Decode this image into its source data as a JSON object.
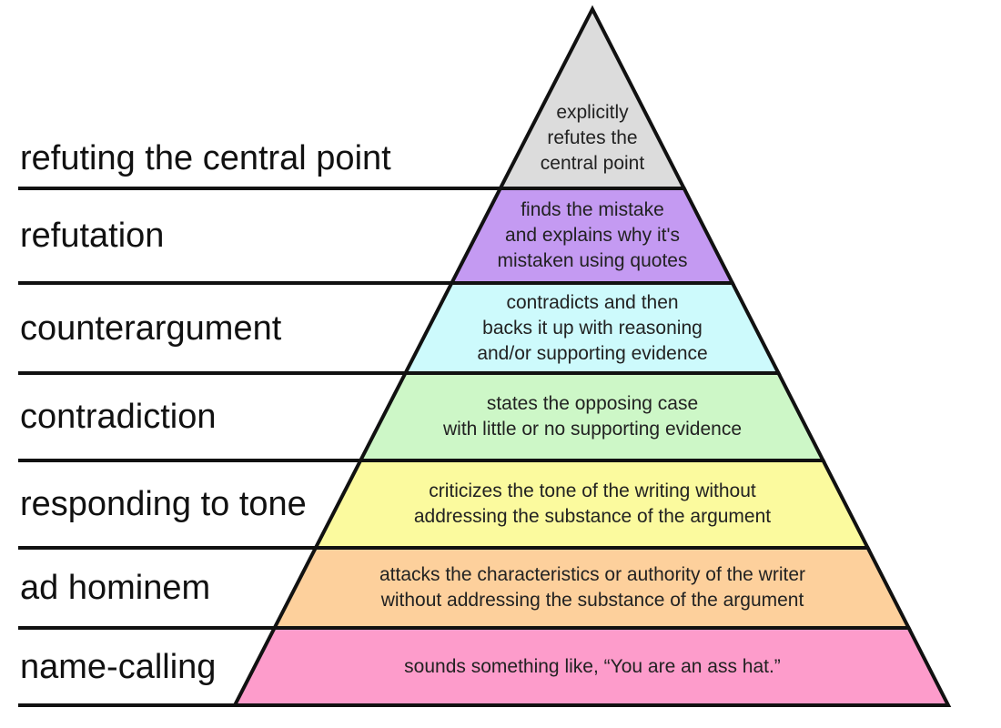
{
  "diagram": {
    "levels": [
      {
        "label": "refuting the central point",
        "description": "explicitly\nrefutes the\ncentral point",
        "color": "#dcdcdc"
      },
      {
        "label": "refutation",
        "description": "finds the mistake\nand explains why it's\nmistaken using quotes",
        "color": "#c49af2"
      },
      {
        "label": "counterargument",
        "description": "contradicts and then\nbacks it up with reasoning\nand/or supporting evidence",
        "color": "#cdfafc"
      },
      {
        "label": "contradiction",
        "description": "states the opposing case\nwith little or no supporting evidence",
        "color": "#cdf7c7"
      },
      {
        "label": "responding to tone",
        "description": "criticizes the tone of the writing without\naddressing the substance of the argument",
        "color": "#fbfa9e"
      },
      {
        "label": "ad hominem",
        "description": "attacks the characteristics or authority of the writer\nwithout addressing the substance of the argument",
        "color": "#fdd09c"
      },
      {
        "label": "name-calling",
        "description": "sounds something like, “You are an ass hat.”",
        "color": "#fd9ccb"
      }
    ]
  }
}
